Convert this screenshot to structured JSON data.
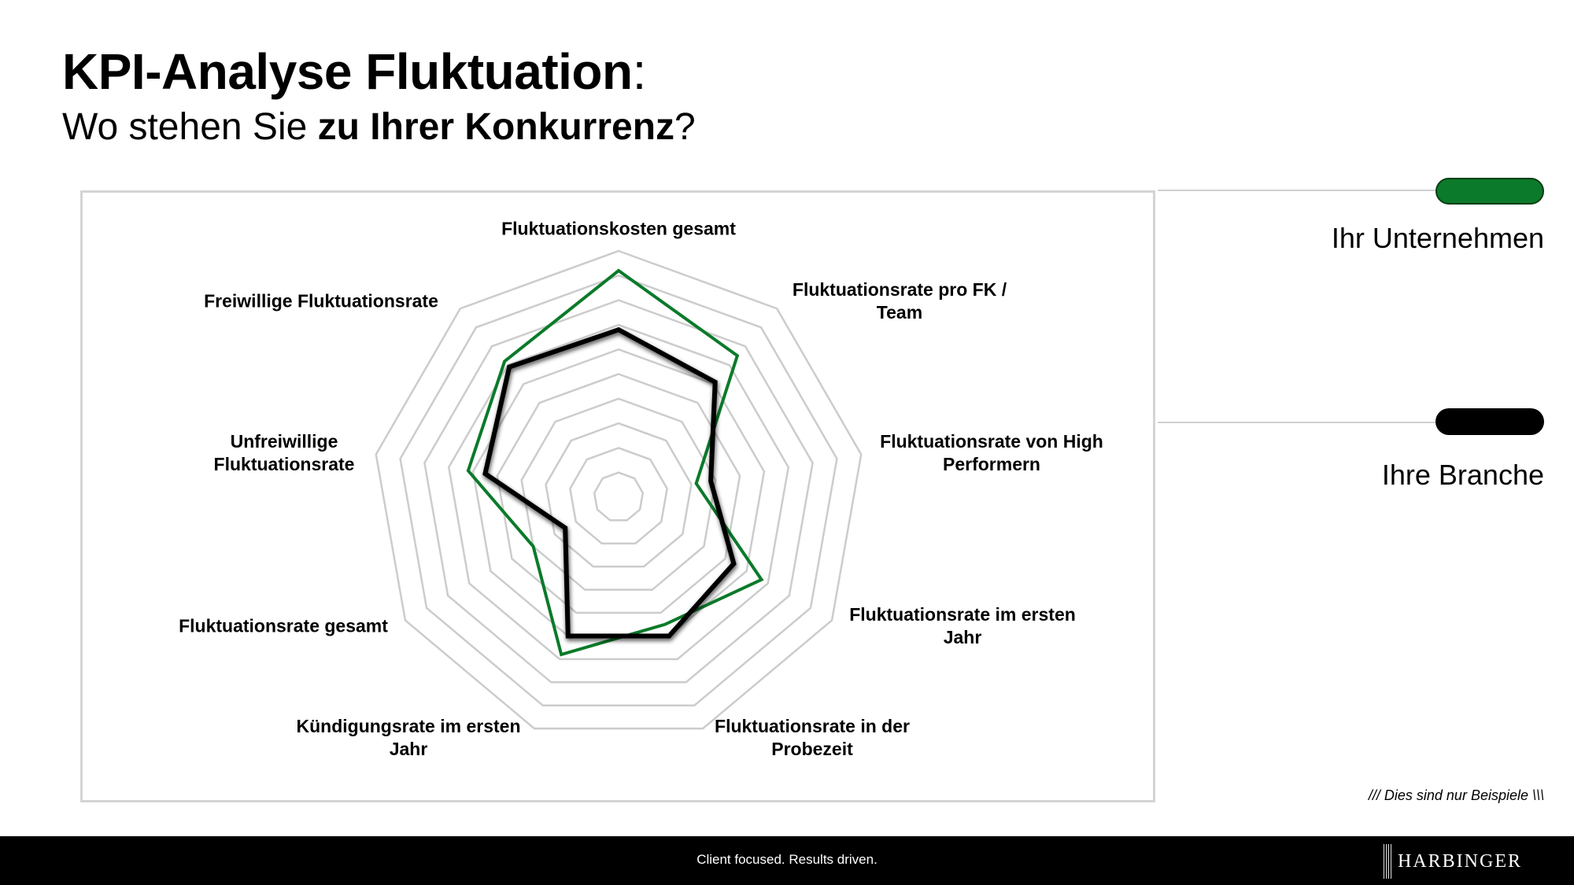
{
  "header": {
    "title": "KPI-Analyse Fluktuation",
    "title_colon": ":",
    "subtitle_pre": "Wo stehen Sie ",
    "subtitle_bold": "zu Ihrer Konkurrenz",
    "subtitle_post": "?"
  },
  "chart_data": {
    "type": "radar",
    "categories": [
      "Fluktuationskosten gesamt",
      "Fluktuationsrate pro FK / Team",
      "Fluktuationsrate von High Performern",
      "Fluktuationsrate im ersten Jahr",
      "Fluktuationsrate in der Probezeit",
      "Kündigungsrate im ersten Jahr",
      "Fluktuationsrate gesamt",
      "Unfreiwillige Fluktuationsrate",
      "Freiwillige Fluktuationsrate"
    ],
    "category_lines": [
      [
        "Fluktuationskosten gesamt"
      ],
      [
        "Fluktuationsrate pro FK /",
        "Team"
      ],
      [
        "Fluktuationsrate von High",
        "Performern"
      ],
      [
        "Fluktuationsrate im ersten",
        "Jahr"
      ],
      [
        "Fluktuationsrate in der",
        "Probezeit"
      ],
      [
        "Kündigungsrate im ersten",
        "Jahr"
      ],
      [
        "Fluktuationsrate gesamt"
      ],
      [
        "Unfreiwillige",
        "Fluktuationsrate"
      ],
      [
        "Freiwillige Fluktuationsrate"
      ]
    ],
    "series": [
      {
        "name": "Ihr Unternehmen",
        "color": "#0b7a2a",
        "values": [
          9.2,
          7.5,
          3.2,
          6.7,
          5.5,
          6.8,
          4.0,
          6.2,
          7.2
        ]
      },
      {
        "name": "Ihre Branche",
        "color": "#000000",
        "values": [
          6.8,
          6.1,
          3.8,
          5.4,
          6.0,
          6.0,
          2.5,
          5.5,
          6.9
        ]
      }
    ],
    "range": [
      0,
      10
    ],
    "gridlines": 10,
    "grid_color": "#cccccc",
    "legend_position": "right"
  },
  "legend": {
    "items": [
      {
        "label": "Ihr Unternehmen",
        "color": "#0b7a2a"
      },
      {
        "label": "Ihre Branche",
        "color": "#000000"
      }
    ]
  },
  "note": "/// Dies sind nur Beispiele \\\\\\",
  "footer": {
    "slogan": "Client focused. Results driven.",
    "logo_text": "HARBINGER"
  }
}
